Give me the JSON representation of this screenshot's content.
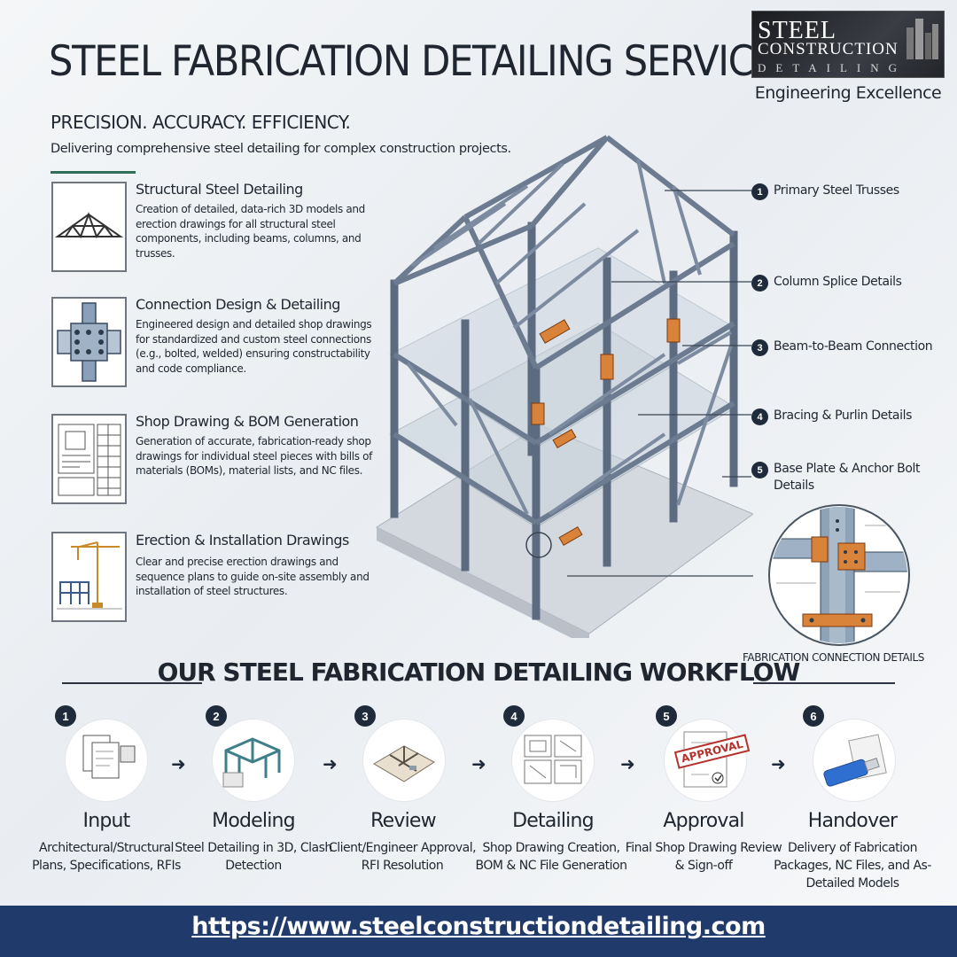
{
  "header": {
    "title": "STEEL FABRICATION DETAILING SERVICES",
    "tagline": "PRECISION. ACCURACY. EFFICIENCY.",
    "subtagline": "Delivering comprehensive steel detailing for complex construction projects."
  },
  "logo": {
    "line1": "STEEL",
    "line2": "CONSTRUCTION",
    "line3": "DETAILING",
    "tagline": "Engineering Excellence"
  },
  "services": [
    {
      "icon": "truss-icon",
      "title": "Structural Steel Detailing",
      "description": "Creation of detailed, data-rich 3D models and erection drawings for all structural steel components, including beams, columns, and trusses."
    },
    {
      "icon": "connection-plate-icon",
      "title": "Connection Design & Detailing",
      "description": "Engineered design and detailed shop drawings for standardized and custom steel connections (e.g., bolted, welded) ensuring constructability and code compliance."
    },
    {
      "icon": "shop-drawing-icon",
      "title": "Shop Drawing & BOM Generation",
      "description": "Generation of accurate, fabrication-ready shop drawings for individual steel pieces with bills of materials (BOMs), material lists, and NC files."
    },
    {
      "icon": "crane-icon",
      "title": "Erection & Installation Drawings",
      "description": "Clear and precise erection drawings and sequence plans to guide on-site assembly and installation of steel structures."
    }
  ],
  "callouts": [
    {
      "number": "1",
      "label": "Primary Steel Trusses"
    },
    {
      "number": "2",
      "label": "Column Splice Details"
    },
    {
      "number": "3",
      "label": "Beam-to-Beam Connection"
    },
    {
      "number": "4",
      "label": "Bracing & Purlin Details"
    },
    {
      "number": "5",
      "label": "Base Plate & Anchor Bolt Details"
    }
  ],
  "detail_caption": "FABRICATION CONNECTION DETAILS",
  "workflow": {
    "title": "OUR STEEL FABRICATION DETAILING WORKFLOW",
    "steps": [
      {
        "number": "1",
        "title": "Input",
        "description": "Architectural/Structural Plans, Specifications, RFIs",
        "icon": "documents-icon"
      },
      {
        "number": "2",
        "title": "Modeling",
        "description": "Steel Detailing in 3D, Clash Detection",
        "icon": "3d-model-icon"
      },
      {
        "number": "3",
        "title": "Review",
        "description": "Client/Engineer Approval, RFI Resolution",
        "icon": "floor-plan-icon"
      },
      {
        "number": "4",
        "title": "Detailing",
        "description": "Shop Drawing Creation, BOM & NC File Generation",
        "icon": "drawings-icon"
      },
      {
        "number": "5",
        "title": "Approval",
        "description": "Final Shop Drawing Review & Sign-off",
        "icon": "approval-stamp-icon",
        "stamp": "APPROVAL"
      },
      {
        "number": "6",
        "title": "Handover",
        "description": "Delivery of Fabrication Packages, NC Files, and As-Detailed Models",
        "icon": "usb-drive-icon"
      }
    ]
  },
  "footer": {
    "url": "https://www.steelconstructiondetailing.com"
  },
  "colors": {
    "navy": "#1f2a3a",
    "footer": "#1f3a6b",
    "steel": "#5c6b80",
    "highlight": "#d9823a",
    "accent_green": "#2f6f55"
  }
}
